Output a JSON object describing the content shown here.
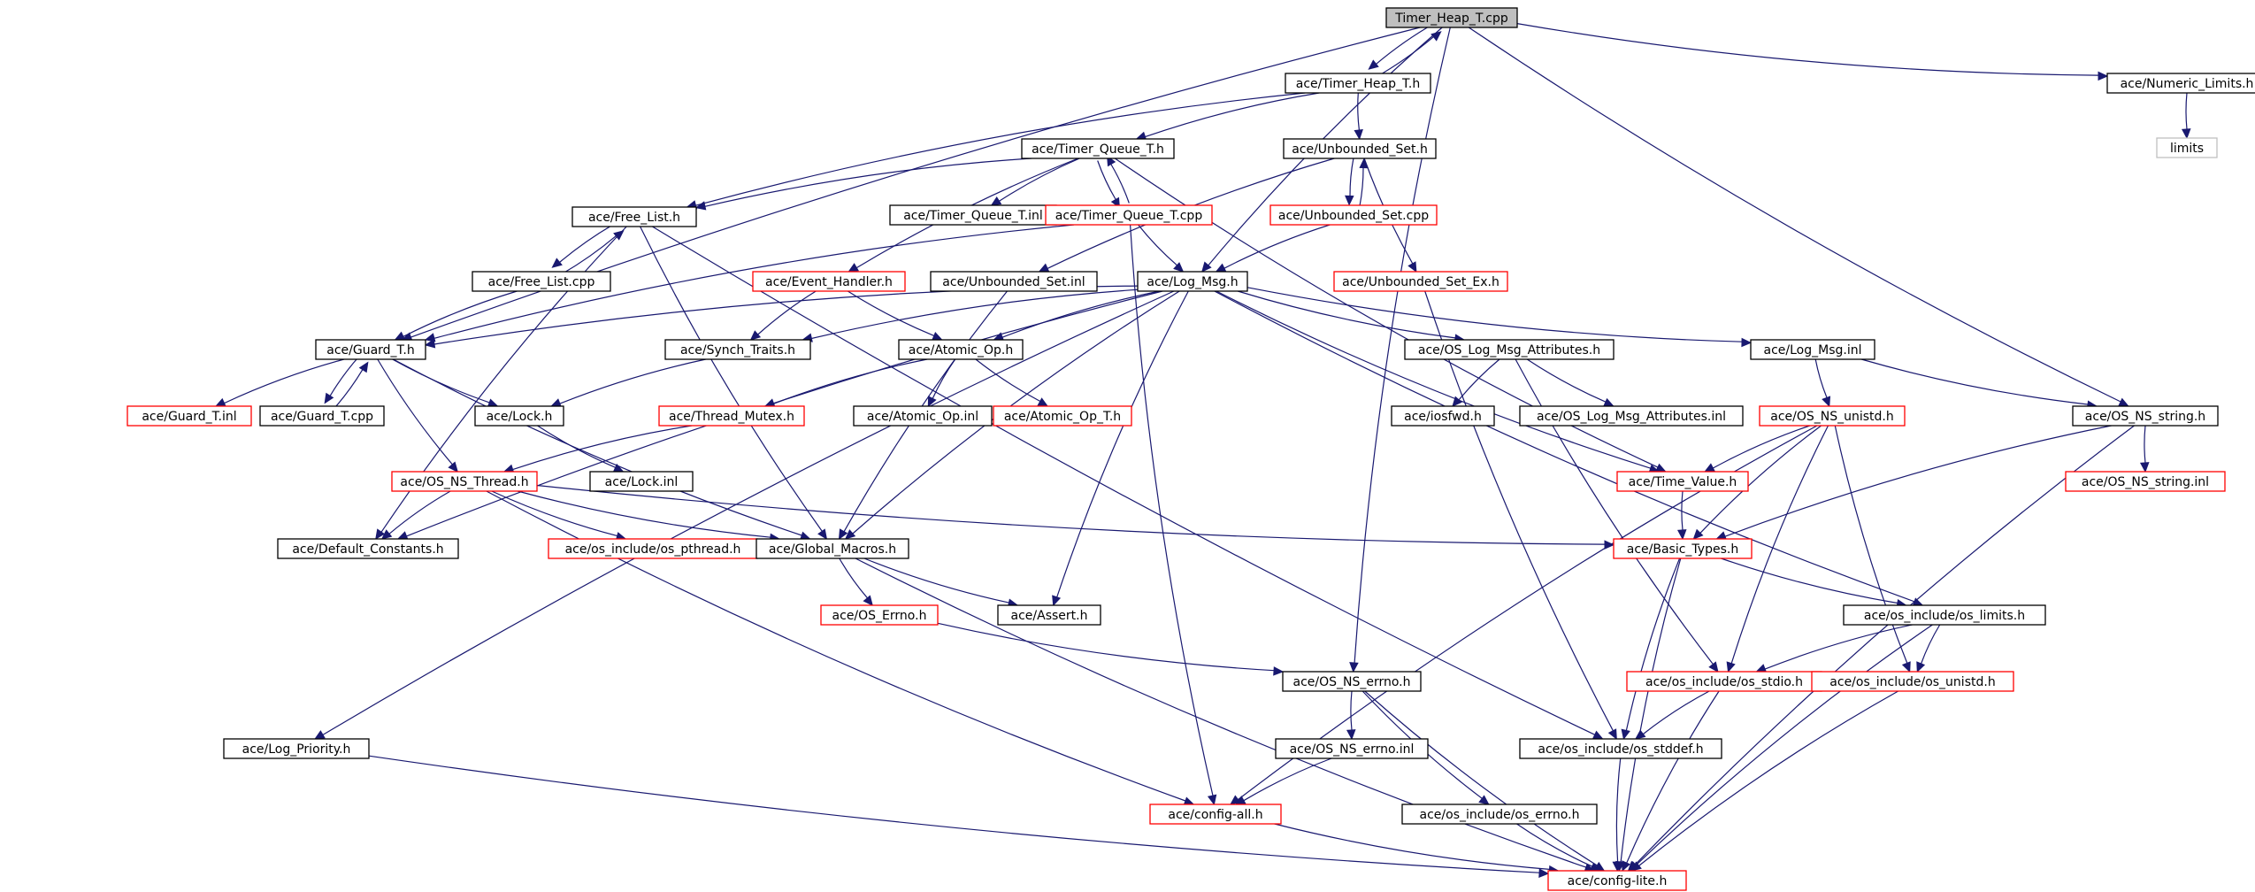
{
  "nodes": [
    {
      "id": "root",
      "label": "Timer_Heap_T.cpp",
      "style": "root"
    },
    {
      "id": "th",
      "label": "ace/Timer_Heap_T.h",
      "style": "normal"
    },
    {
      "id": "nl",
      "label": "ace/Numeric_Limits.h",
      "style": "normal"
    },
    {
      "id": "limits",
      "label": "limits",
      "style": "gray"
    },
    {
      "id": "tq",
      "label": "ace/Timer_Queue_T.h",
      "style": "normal"
    },
    {
      "id": "us",
      "label": "ace/Unbounded_Set.h",
      "style": "normal"
    },
    {
      "id": "fl",
      "label": "ace/Free_List.h",
      "style": "normal"
    },
    {
      "id": "tqinl",
      "label": "ace/Timer_Queue_T.inl",
      "style": "normal"
    },
    {
      "id": "tqcpp",
      "label": "ace/Timer_Queue_T.cpp",
      "style": "red"
    },
    {
      "id": "uscpp",
      "label": "ace/Unbounded_Set.cpp",
      "style": "red"
    },
    {
      "id": "flcpp",
      "label": "ace/Free_List.cpp",
      "style": "normal"
    },
    {
      "id": "eh",
      "label": "ace/Event_Handler.h",
      "style": "red"
    },
    {
      "id": "usinl",
      "label": "ace/Unbounded_Set.inl",
      "style": "normal"
    },
    {
      "id": "lm",
      "label": "ace/Log_Msg.h",
      "style": "normal"
    },
    {
      "id": "usex",
      "label": "ace/Unbounded_Set_Ex.h",
      "style": "red"
    },
    {
      "id": "guard",
      "label": "ace/Guard_T.h",
      "style": "normal"
    },
    {
      "id": "st",
      "label": "ace/Synch_Traits.h",
      "style": "normal"
    },
    {
      "id": "ao",
      "label": "ace/Atomic_Op.h",
      "style": "normal"
    },
    {
      "id": "olma",
      "label": "ace/OS_Log_Msg_Attributes.h",
      "style": "normal"
    },
    {
      "id": "lminl",
      "label": "ace/Log_Msg.inl",
      "style": "normal"
    },
    {
      "id": "guardinl",
      "label": "ace/Guard_T.inl",
      "style": "red"
    },
    {
      "id": "guardcpp",
      "label": "ace/Guard_T.cpp",
      "style": "normal"
    },
    {
      "id": "lock",
      "label": "ace/Lock.h",
      "style": "normal"
    },
    {
      "id": "tm",
      "label": "ace/Thread_Mutex.h",
      "style": "red"
    },
    {
      "id": "aoinl",
      "label": "ace/Atomic_Op.inl",
      "style": "normal"
    },
    {
      "id": "aot",
      "label": "ace/Atomic_Op_T.h",
      "style": "red"
    },
    {
      "id": "iosfwd",
      "label": "ace/iosfwd.h",
      "style": "normal"
    },
    {
      "id": "olmainl",
      "label": "ace/OS_Log_Msg_Attributes.inl",
      "style": "normal"
    },
    {
      "id": "unistd",
      "label": "ace/OS_NS_unistd.h",
      "style": "red"
    },
    {
      "id": "nsstr",
      "label": "ace/OS_NS_string.h",
      "style": "normal"
    },
    {
      "id": "lockinl",
      "label": "ace/Lock.inl",
      "style": "normal"
    },
    {
      "id": "nsthr",
      "label": "ace/OS_NS_Thread.h",
      "style": "red"
    },
    {
      "id": "tv",
      "label": "ace/Time_Value.h",
      "style": "red"
    },
    {
      "id": "nsstrinl",
      "label": "ace/OS_NS_string.inl",
      "style": "red"
    },
    {
      "id": "dc",
      "label": "ace/Default_Constants.h",
      "style": "normal"
    },
    {
      "id": "pthr",
      "label": "ace/os_include/os_pthread.h",
      "style": "red"
    },
    {
      "id": "gm",
      "label": "ace/Global_Macros.h",
      "style": "normal"
    },
    {
      "id": "bt",
      "label": "ace/Basic_Types.h",
      "style": "red"
    },
    {
      "id": "oserrno",
      "label": "ace/OS_Errno.h",
      "style": "red"
    },
    {
      "id": "assert",
      "label": "ace/Assert.h",
      "style": "normal"
    },
    {
      "id": "oslimits",
      "label": "ace/os_include/os_limits.h",
      "style": "normal"
    },
    {
      "id": "nserrno",
      "label": "ace/OS_NS_errno.h",
      "style": "normal"
    },
    {
      "id": "osstdio",
      "label": "ace/os_include/os_stdio.h",
      "style": "red"
    },
    {
      "id": "osunistd",
      "label": "ace/os_include/os_unistd.h",
      "style": "red"
    },
    {
      "id": "lp",
      "label": "ace/Log_Priority.h",
      "style": "normal"
    },
    {
      "id": "nserrnoinl",
      "label": "ace/OS_NS_errno.inl",
      "style": "normal"
    },
    {
      "id": "osstddef",
      "label": "ace/os_include/os_stddef.h",
      "style": "normal"
    },
    {
      "id": "cfgall",
      "label": "ace/config-all.h",
      "style": "red"
    },
    {
      "id": "oserrnoh",
      "label": "ace/os_include/os_errno.h",
      "style": "normal"
    },
    {
      "id": "cfglite",
      "label": "ace/config-lite.h",
      "style": "red"
    }
  ],
  "edges": [
    [
      "root",
      "th"
    ],
    [
      "root",
      "nl"
    ],
    [
      "root",
      "guard"
    ],
    [
      "root",
      "lm"
    ],
    [
      "root",
      "nserrno"
    ],
    [
      "root",
      "nsstr"
    ],
    [
      "th",
      "root"
    ],
    [
      "th",
      "tq"
    ],
    [
      "th",
      "us"
    ],
    [
      "th",
      "fl"
    ],
    [
      "nl",
      "limits"
    ],
    [
      "tq",
      "fl"
    ],
    [
      "tq",
      "tqinl"
    ],
    [
      "tq",
      "tqcpp"
    ],
    [
      "tq",
      "eh"
    ],
    [
      "tq",
      "tv"
    ],
    [
      "tqcpp",
      "tq"
    ],
    [
      "tqcpp",
      "guard"
    ],
    [
      "tqcpp",
      "lm"
    ],
    [
      "tqcpp",
      "cfgall"
    ],
    [
      "us",
      "uscpp"
    ],
    [
      "us",
      "usinl"
    ],
    [
      "us",
      "usex"
    ],
    [
      "uscpp",
      "us"
    ],
    [
      "uscpp",
      "lm"
    ],
    [
      "fl",
      "flcpp"
    ],
    [
      "fl",
      "dc"
    ],
    [
      "fl",
      "gm"
    ],
    [
      "fl",
      "osstddef"
    ],
    [
      "flcpp",
      "fl"
    ],
    [
      "flcpp",
      "guard"
    ],
    [
      "eh",
      "st"
    ],
    [
      "eh",
      "ao"
    ],
    [
      "usinl",
      "gm"
    ],
    [
      "usex",
      "osstddef"
    ],
    [
      "lm",
      "guard"
    ],
    [
      "lm",
      "st"
    ],
    [
      "lm",
      "ao"
    ],
    [
      "lm",
      "olma"
    ],
    [
      "lm",
      "lminl"
    ],
    [
      "lm",
      "dc"
    ],
    [
      "lm",
      "gm"
    ],
    [
      "lm",
      "assert"
    ],
    [
      "lm",
      "lp"
    ],
    [
      "lm",
      "oslimits"
    ],
    [
      "lm",
      "tv"
    ],
    [
      "guard",
      "guardinl"
    ],
    [
      "guard",
      "guardcpp"
    ],
    [
      "guard",
      "lock"
    ],
    [
      "guard",
      "nsthr"
    ],
    [
      "guard",
      "gm"
    ],
    [
      "guardcpp",
      "guard"
    ],
    [
      "st",
      "lock"
    ],
    [
      "ao",
      "tm"
    ],
    [
      "ao",
      "aoinl"
    ],
    [
      "ao",
      "aot"
    ],
    [
      "olma",
      "iosfwd"
    ],
    [
      "olma",
      "olmainl"
    ],
    [
      "olma",
      "osstdio"
    ],
    [
      "lminl",
      "unistd"
    ],
    [
      "lminl",
      "nsstr"
    ],
    [
      "lock",
      "lockinl"
    ],
    [
      "tm",
      "nsthr"
    ],
    [
      "nsthr",
      "dc"
    ],
    [
      "nsthr",
      "pthr"
    ],
    [
      "nsthr",
      "gm"
    ],
    [
      "nsthr",
      "bt"
    ],
    [
      "nsthr",
      "cfgall"
    ],
    [
      "unistd",
      "tv"
    ],
    [
      "unistd",
      "bt"
    ],
    [
      "unistd",
      "osstdio"
    ],
    [
      "unistd",
      "osunistd"
    ],
    [
      "unistd",
      "cfgall"
    ],
    [
      "nsstr",
      "nsstrinl"
    ],
    [
      "nsstr",
      "bt"
    ],
    [
      "nsstr",
      "cfglite"
    ],
    [
      "tv",
      "bt"
    ],
    [
      "gm",
      "oserrno"
    ],
    [
      "gm",
      "assert"
    ],
    [
      "gm",
      "cfglite"
    ],
    [
      "oserrno",
      "nserrno"
    ],
    [
      "bt",
      "oslimits"
    ],
    [
      "bt",
      "osstddef"
    ],
    [
      "bt",
      "cfglite"
    ],
    [
      "oslimits",
      "osstdio"
    ],
    [
      "oslimits",
      "osunistd"
    ],
    [
      "oslimits",
      "cfglite"
    ],
    [
      "osstdio",
      "osstddef"
    ],
    [
      "osstdio",
      "cfglite"
    ],
    [
      "osunistd",
      "cfglite"
    ],
    [
      "osstddef",
      "cfglite"
    ],
    [
      "nserrno",
      "nserrnoinl"
    ],
    [
      "nserrno",
      "oserrnoh"
    ],
    [
      "nserrno",
      "cfglite"
    ],
    [
      "nserrnoinl",
      "cfgall"
    ],
    [
      "oserrnoh",
      "cfglite"
    ],
    [
      "cfgall",
      "cfglite"
    ],
    [
      "lp",
      "cfglite"
    ]
  ]
}
